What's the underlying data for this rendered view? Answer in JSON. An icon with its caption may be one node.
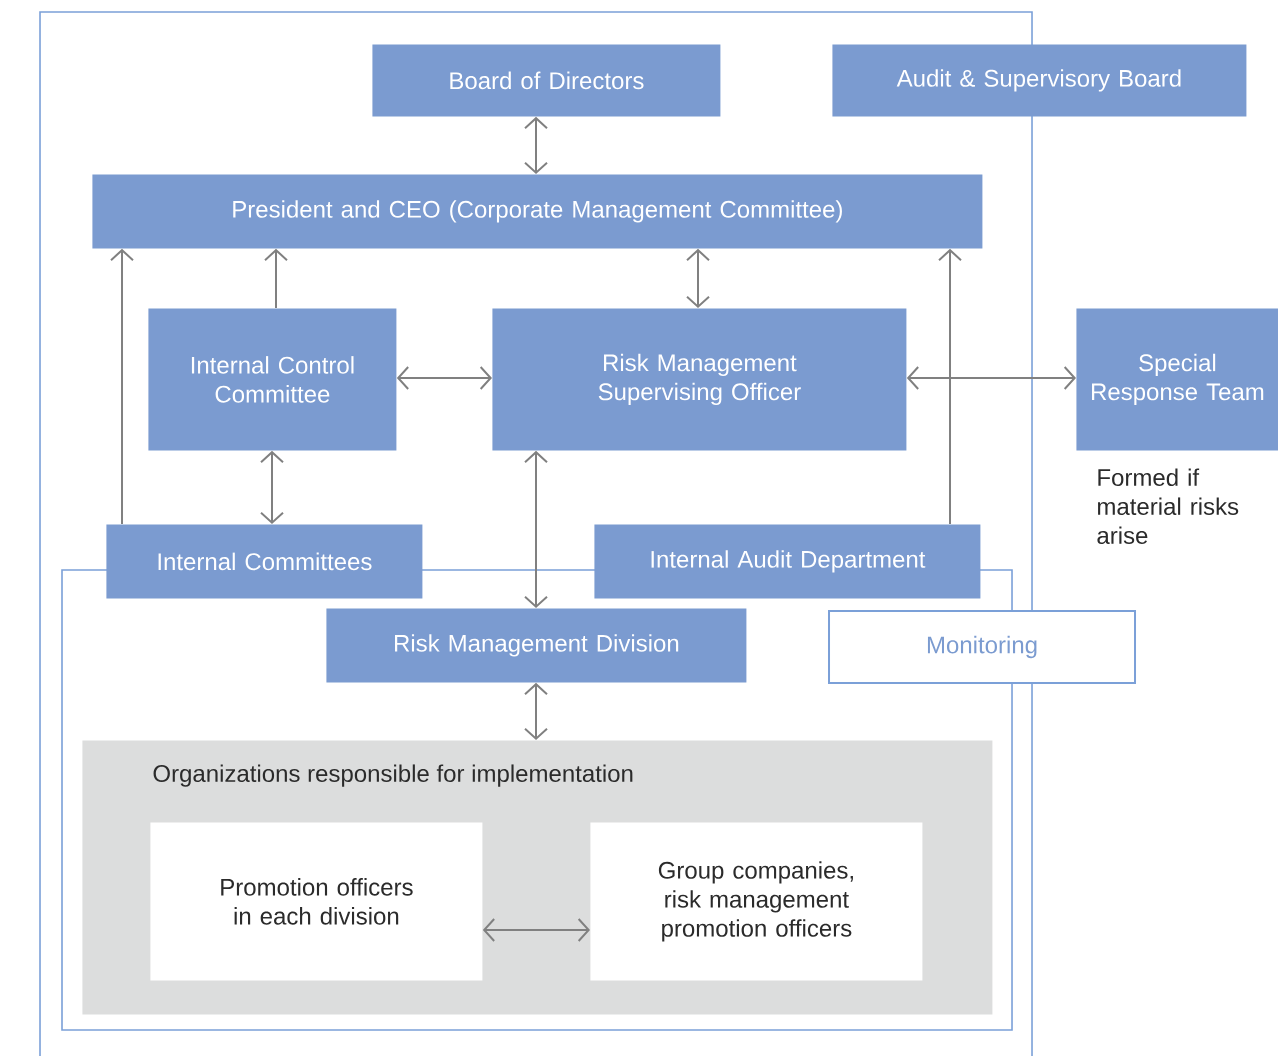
{
  "diagram": {
    "nodes": [
      {
        "text": [
          "Board of Directors"
        ]
      },
      {
        "text": [
          "Audit & Supervisory Board"
        ]
      },
      {
        "text": [
          "President and CEO (Corporate Management Committee)"
        ]
      },
      {
        "text": [
          "Internal Control Committee"
        ]
      },
      {
        "text": [
          "Risk Management Supervising Officer"
        ]
      },
      {
        "text": [
          "Special Response Team"
        ],
        "beside": [
          "Formed if material risks arise"
        ]
      },
      {
        "text": [
          "Internal Committees"
        ]
      },
      {
        "text": [
          "Internal Audit Department"
        ]
      },
      {
        "text": [
          "Risk Management Division"
        ]
      },
      {
        "text": [
          "Monitoring"
        ]
      },
      {
        "text": [
          "Organizations responsible for implementation"
        ]
      },
      {
        "text": [
          "Promotion officers in each division"
        ],
        "in": 10
      },
      {
        "text": [
          "Group companies, risk management promotion officers"
        ],
        "in": 10
      }
    ],
    "edges": [
      {
        "from": 0,
        "to": 2,
        "arrow": "both"
      },
      {
        "from": 2,
        "to": 4,
        "arrow": "both"
      },
      {
        "from": 3,
        "to": 2,
        "arrow": "to"
      },
      {
        "from": 6,
        "to": 2,
        "arrow": "to"
      },
      {
        "from": 7,
        "to": 2,
        "arrow": "to"
      },
      {
        "from": 3,
        "to": 4,
        "arrow": "both"
      },
      {
        "from": 4,
        "to": 5,
        "arrow": "both"
      },
      {
        "from": 3,
        "to": 6,
        "arrow": "both"
      },
      {
        "from": 4,
        "to": 8,
        "arrow": "both"
      },
      {
        "from": 8,
        "to": 10,
        "arrow": "both"
      },
      {
        "from": 11,
        "to": 12,
        "arrow": "both"
      }
    ]
  }
}
